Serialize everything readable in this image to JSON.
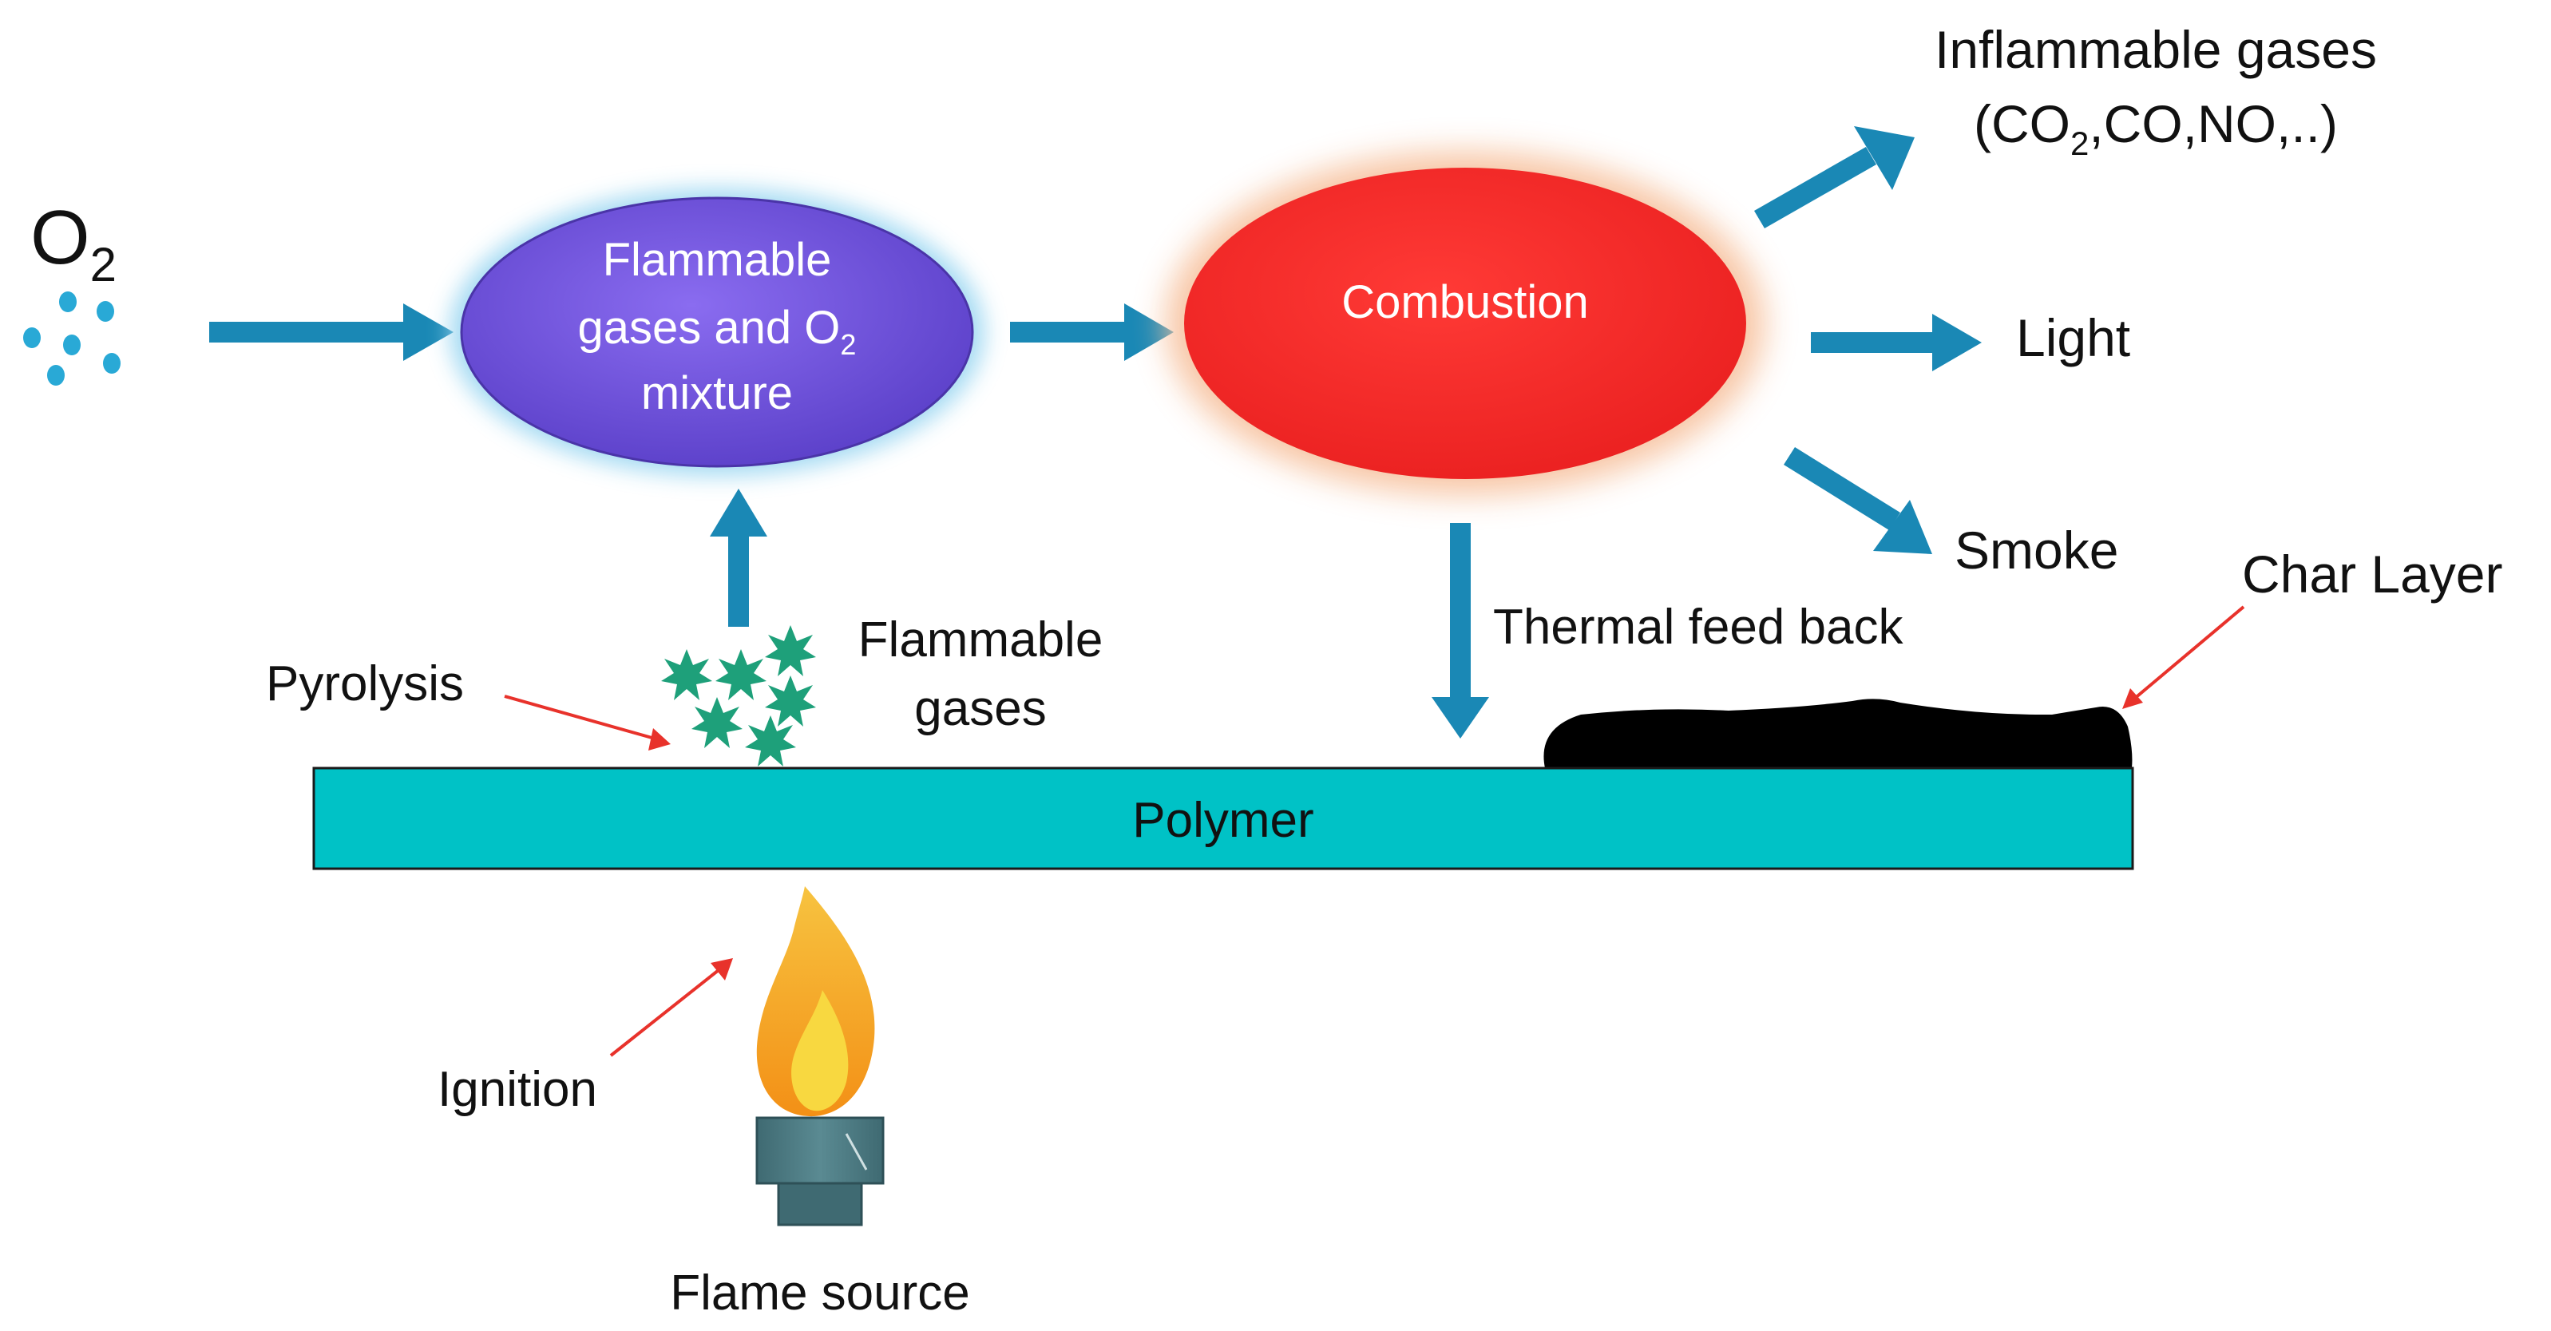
{
  "oxygen": {
    "symbol": "O",
    "subscript": "2"
  },
  "mixture_node": {
    "line1": "Flammable",
    "line2_prefix": "gases and O",
    "line2_subscript": "2",
    "line3": "mixture",
    "fill_color": "#6b4fd8",
    "glow_color": "#9fd8f2"
  },
  "combustion_node": {
    "label": "Combustion",
    "fill_color": "#f52a28",
    "glow_color": "#f7c3a0"
  },
  "outputs": {
    "inflammable_gases": {
      "line1": "Inflammable gases",
      "line2_open": "(CO",
      "line2_subscript": "2",
      "line2_rest": ",CO,NO,..)"
    },
    "light": "Light",
    "smoke": "Smoke"
  },
  "labels": {
    "thermal_feedback": "Thermal feed back",
    "char_layer": "Char Layer",
    "flammable_gases_line1": "Flammable",
    "flammable_gases_line2": "gases",
    "pyrolysis": "Pyrolysis",
    "ignition": "Ignition",
    "flame_source": "Flame source"
  },
  "polymer": {
    "label": "Polymer",
    "fill_color": "#00c2c6"
  },
  "colors": {
    "arrow": "#1a88b5",
    "pointer": "#e8322b",
    "droplet": "#29a9d6",
    "gas_particle": "#1ea07a",
    "char": "#000000"
  }
}
